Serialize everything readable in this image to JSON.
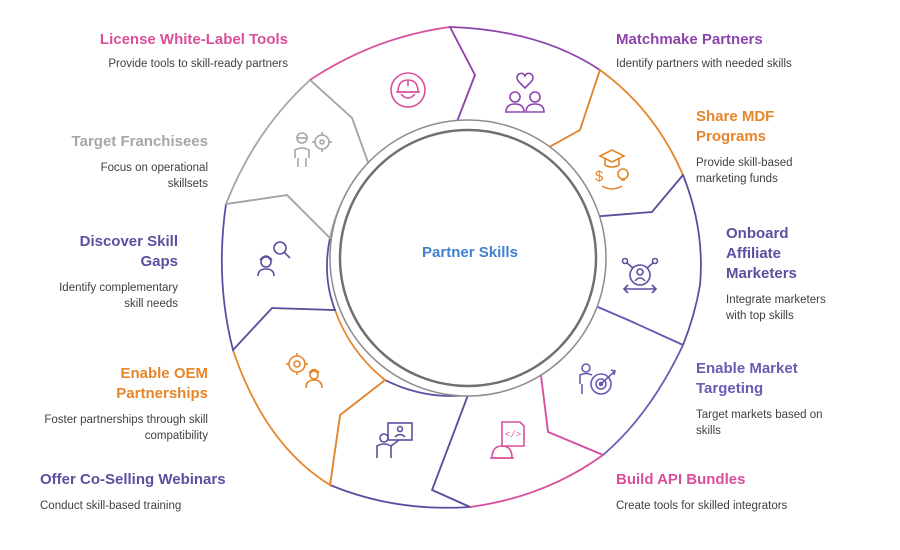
{
  "center": {
    "title": "Partner Skills",
    "color": "#3f82d0"
  },
  "segments": [
    {
      "id": "license",
      "title": "License White-Label Tools",
      "desc": "Provide tools to skill-ready partners",
      "color": "#d94f9b",
      "icon": "worker-helmet-icon"
    },
    {
      "id": "matchmake",
      "title": "Matchmake Partners",
      "desc": "Identify partners with needed skills",
      "color": "#8e44ad",
      "icon": "partners-heart-icon"
    },
    {
      "id": "mdf",
      "title": "Share MDF Programs",
      "desc": "Provide skill-based marketing funds",
      "color": "#e6852a",
      "icon": "funding-graduation-icon"
    },
    {
      "id": "affiliate",
      "title": "Onboard Affiliate Marketers",
      "desc": "Integrate marketers with top skills",
      "color": "#5b4fa0",
      "icon": "network-person-icon"
    },
    {
      "id": "targeting",
      "title": "Enable Market Targeting",
      "desc": "Target markets based on skills",
      "color": "#6a5bb5",
      "icon": "target-person-icon"
    },
    {
      "id": "api",
      "title": "Build API Bundles",
      "desc": "Create tools for skilled integrators",
      "color": "#d94f9b",
      "icon": "code-file-helmet-icon"
    },
    {
      "id": "webinars",
      "title": "Offer Co-Selling Webinars",
      "desc": "Conduct skill-based training",
      "color": "#5b4fa0",
      "icon": "webinar-presenter-icon"
    },
    {
      "id": "oem",
      "title": "Enable OEM Partnerships",
      "desc": "Foster partnerships through skill compatibility",
      "color": "#e6852a",
      "icon": "gears-worker-icon"
    },
    {
      "id": "gaps",
      "title": "Discover Skill Gaps",
      "desc": "Identify complementary skill needs",
      "color": "#5b4fa0",
      "icon": "worker-search-icon"
    },
    {
      "id": "franchise",
      "title": "Target Franchisees",
      "desc": "Focus on operational skillsets",
      "color": "#a6a6a6",
      "icon": "person-target-icon"
    }
  ]
}
